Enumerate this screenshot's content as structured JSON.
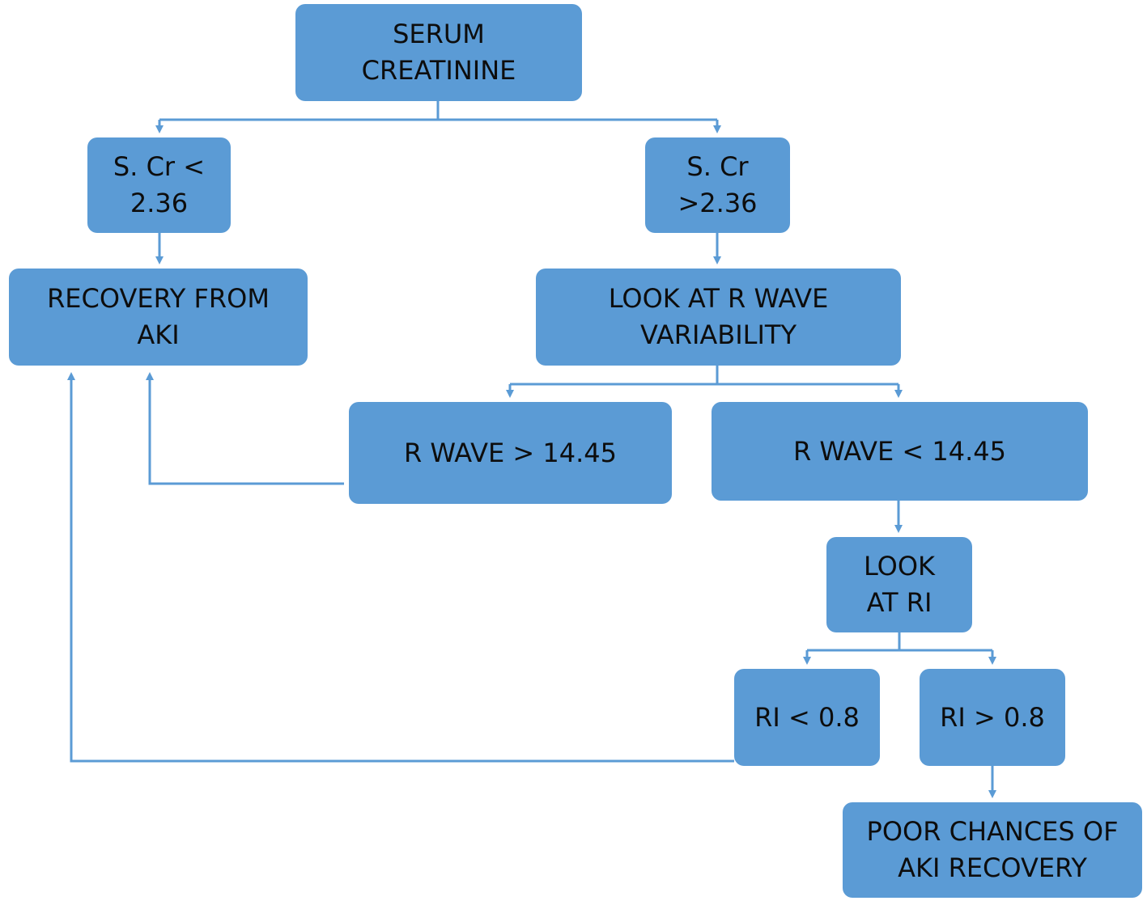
{
  "colors": {
    "box_fill": "#5b9bd5",
    "connector": "#5b9bd5",
    "text": "#0d0d0d"
  },
  "nodes": {
    "serum_creatinine": "SERUM\nCREATININE",
    "scr_low": "S. Cr <\n2.36",
    "scr_high": "S. Cr\n>2.36",
    "recovery": "RECOVERY FROM\nAKI",
    "look_r_wave": "LOOK AT R WAVE\nVARIABILITY",
    "r_wave_high": "R WAVE > 14.45",
    "r_wave_low": "R WAVE < 14.45",
    "look_ri": "LOOK\nAT RI",
    "ri_low": "RI < 0.8",
    "ri_high": "RI > 0.8",
    "poor_recovery": "POOR CHANCES OF\nAKI RECOVERY"
  }
}
